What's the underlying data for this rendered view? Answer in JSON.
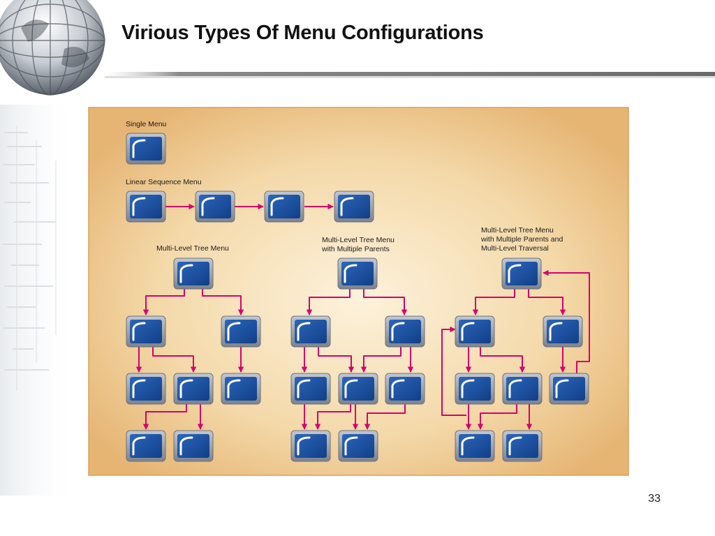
{
  "slide": {
    "title": "Virious Types Of Menu Configurations",
    "page_number": "33"
  },
  "diagram": {
    "sections": {
      "single": {
        "label": "Single Menu"
      },
      "linear": {
        "label": "Linear Sequence Menu"
      },
      "tree": {
        "label": "Multi-Level Tree Menu"
      },
      "multi_parent": {
        "label_lines": [
          "Multi-Level Tree Menu",
          "with Multiple Parents"
        ]
      },
      "traversal": {
        "label_lines": [
          "Multi-Level Tree Menu",
          "with Multiple Parents and",
          "Multi-Level Traversal"
        ]
      }
    },
    "colors": {
      "panel": "#f6dcae",
      "panel_edge": "#d9a25a",
      "screen": "#1e55a8",
      "bezel": "#9aa0aa",
      "arrow": "#d6006e"
    },
    "icons": [
      "globe-icon",
      "menu-screen-icon"
    ]
  }
}
